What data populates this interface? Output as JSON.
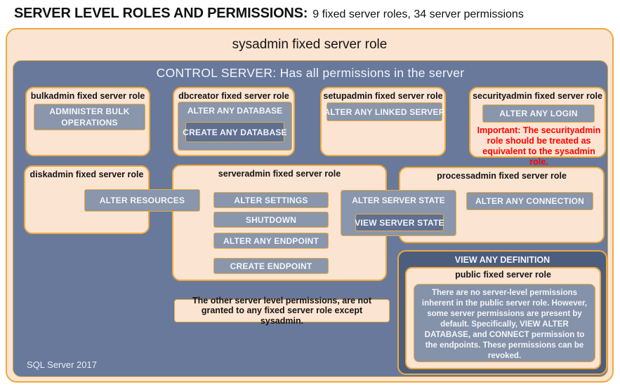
{
  "page_title": {
    "bold": "SERVER LEVEL ROLES AND PERMISSIONS:",
    "rest": "9 fixed server roles, 34 server permissions"
  },
  "sysadmin": {
    "label": "sysadmin fixed server role"
  },
  "control_server": {
    "label": "CONTROL SERVER: Has all permissions in the server"
  },
  "roles": {
    "bulkadmin": {
      "title": "bulkadmin fixed server role",
      "perm": "ADMINISTER BULK OPERATIONS"
    },
    "dbcreator": {
      "title": "dbcreator fixed server role",
      "perm_outer": "ALTER ANY DATABASE",
      "perm_inner": "CREATE ANY DATABASE"
    },
    "setupadmin": {
      "title": "setupadmin fixed server role",
      "perm": "ALTER ANY LINKED SERVER"
    },
    "securityadmin": {
      "title": "securityadmin fixed server role",
      "perm": "ALTER ANY LOGIN",
      "warning": "Important: The securityadmin role should be treated as equivalent to the sysadmin role."
    },
    "diskadmin": {
      "title": "diskadmin fixed server role",
      "perm": "ALTER RESOURCES"
    },
    "serveradmin": {
      "title": "serveradmin fixed server role",
      "perms": [
        "ALTER SETTINGS",
        "SHUTDOWN",
        "ALTER ANY ENDPOINT",
        "CREATE ENDPOINT"
      ],
      "perm_outer": "ALTER SERVER STATE",
      "perm_inner": "VIEW SERVER STATE"
    },
    "processadmin": {
      "title": "processadmin fixed server role",
      "perm": "ALTER ANY CONNECTION"
    },
    "public": {
      "outer_perm": "VIEW ANY DEFINITION",
      "title": "public fixed server role",
      "note": "There are no server-level permissions inherent in the public server role. However, some server permissions are present by default. Specifically, VIEW ALTER DATABASE, and CONNECT permission to the endpoints. These permissions can be revoked."
    }
  },
  "other_note": "The other server level permissions, are not granted to any fixed server role except sysadmin.",
  "footer": "SQL Server 2017",
  "colors": {
    "peach": "#fce4d2",
    "gold_border": "#edaa3c",
    "canvas_blue": "#68799b",
    "permission_gray": "#8996ab",
    "nested_dark": "#5f7092",
    "definition_dark": "#4d5d7d",
    "warning_red": "#ff0000"
  }
}
